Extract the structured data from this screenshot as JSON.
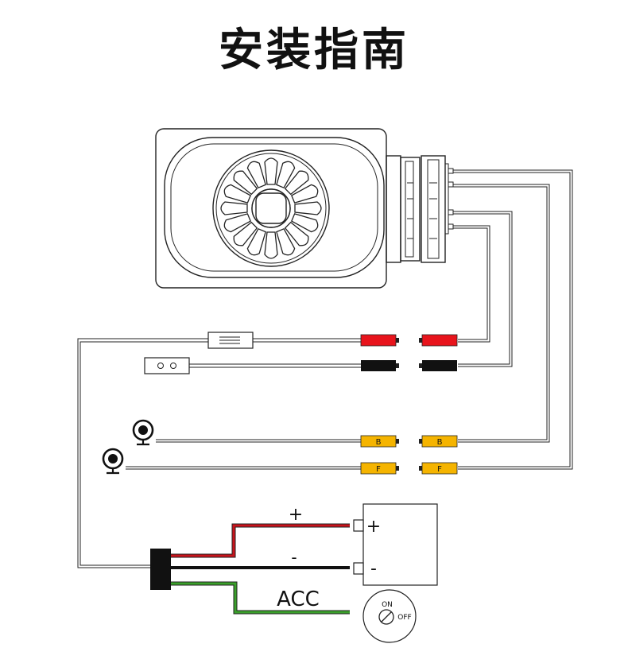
{
  "title": "安装指南",
  "connectors": {
    "rear_label": "B",
    "front_label": "F"
  },
  "battery": {
    "plus_wire_label": "+",
    "minus_wire_label": "-",
    "plus_terminal": "+",
    "minus_terminal": "-"
  },
  "acc": {
    "label": "ACC",
    "switch_on": "ON",
    "switch_off": "OFF"
  },
  "colors": {
    "red_connector": "#e8141c",
    "black_connector": "#111111",
    "yellow_connector": "#f5b400",
    "red_wire": "#c8141c",
    "green_wire": "#3aa02a"
  }
}
